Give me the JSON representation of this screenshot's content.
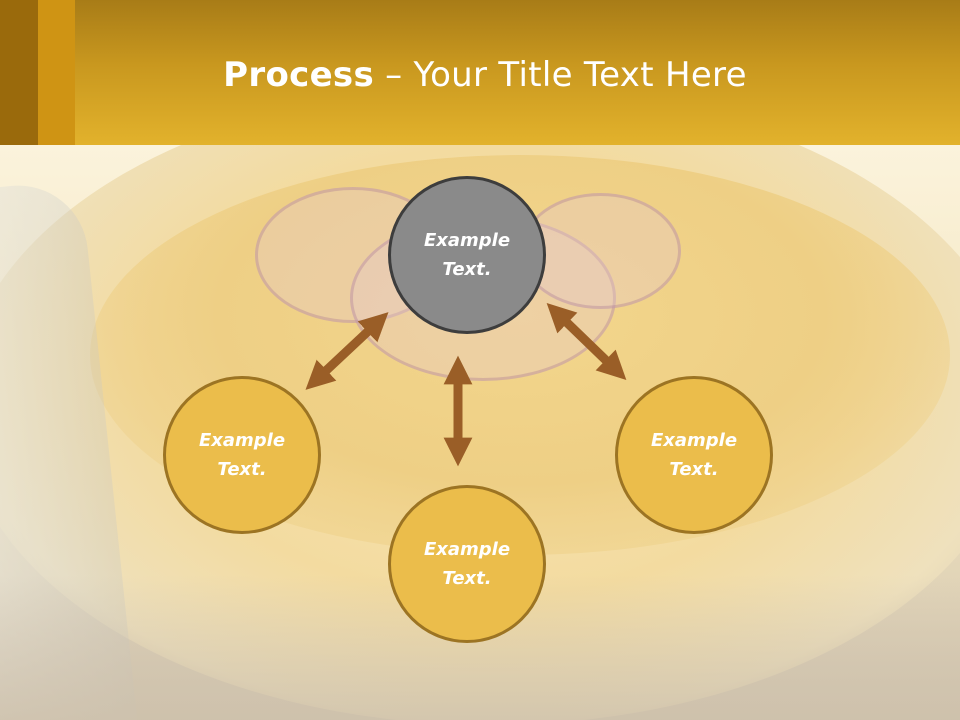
{
  "slide": {
    "title_bold": "Process",
    "title_rest": " – Your Title Text Here"
  },
  "diagram": {
    "center": {
      "text": "Example Text."
    },
    "left": {
      "text": "Example Text."
    },
    "bottom": {
      "text": "Example Text."
    },
    "right": {
      "text": "Example Text."
    }
  },
  "colors": {
    "header_gold": "#e2b22c",
    "node_fill": "#ebbd4b",
    "node_border": "#9c7423",
    "center_fill": "#8a8a8a",
    "arrow": "#9a5e27"
  }
}
